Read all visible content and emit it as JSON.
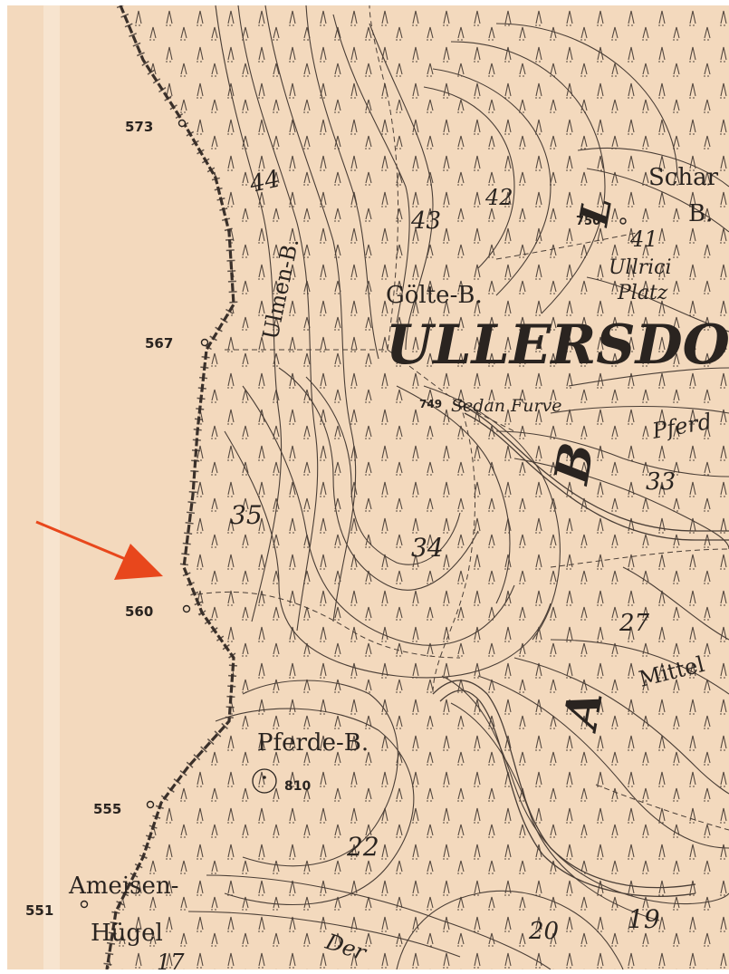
{
  "colors": {
    "paper": "#f3d9bd",
    "ink": "#2a2420",
    "contour": "#4a3e36",
    "arrow": "#e8471c"
  },
  "map": {
    "section_numbers": [
      "44",
      "43",
      "42",
      "41",
      "35",
      "34",
      "33",
      "27",
      "22",
      "20",
      "19",
      "17"
    ],
    "boundary_heights": [
      "573",
      "567",
      "560",
      "555",
      "551"
    ],
    "spot_heights": [
      "750",
      "749",
      "810"
    ],
    "place_names": {
      "schar": "Schar",
      "b_letter": "B.",
      "ulmen": "Ulmen-B.",
      "golte": "Gölte-B.",
      "ullricí": "Ullrici",
      "platz": "Platz",
      "ullersdo": "ULLERSDO",
      "sedan": "Sedan Furve",
      "pferd": "Pferd",
      "pferde": "Pferde-B.",
      "mittel": "Mittel",
      "ameisen": "Ameisen-",
      "hugel": "Hügel",
      "der": "Der",
      "big_b": "B",
      "big_l": "L",
      "big_a": "A"
    },
    "annotation": {
      "icon": "arrow-icon",
      "points_to": "560"
    }
  }
}
